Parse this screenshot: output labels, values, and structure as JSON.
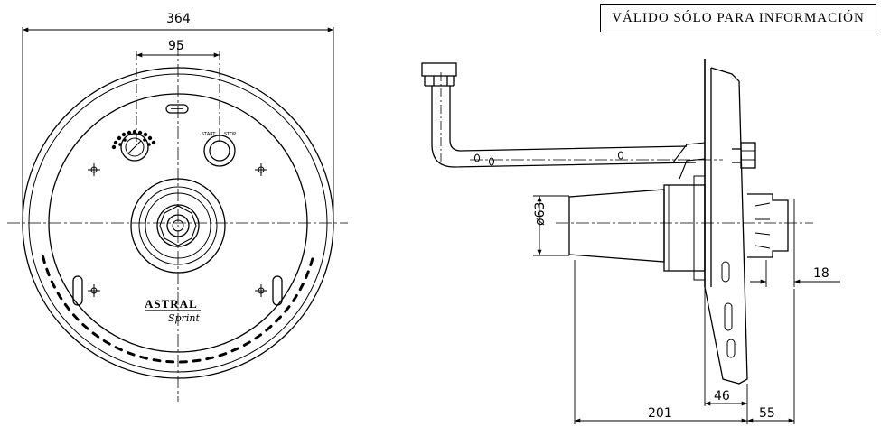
{
  "notice": "VÁLIDO SÓLO PARA INFORMACIÓN",
  "front_view": {
    "dimensions": {
      "overall_diameter": "364",
      "control_spacing": "95"
    },
    "logo": {
      "brand": "ASTRAL",
      "model": "Sprint"
    },
    "button_labels": {
      "start": "START",
      "stop": "STOP"
    }
  },
  "side_view": {
    "dimensions": {
      "outlet_diameter": "ø63",
      "flange_offset": "18",
      "body_depth": "201",
      "rim_depth": "46",
      "rear_depth": "55"
    }
  }
}
